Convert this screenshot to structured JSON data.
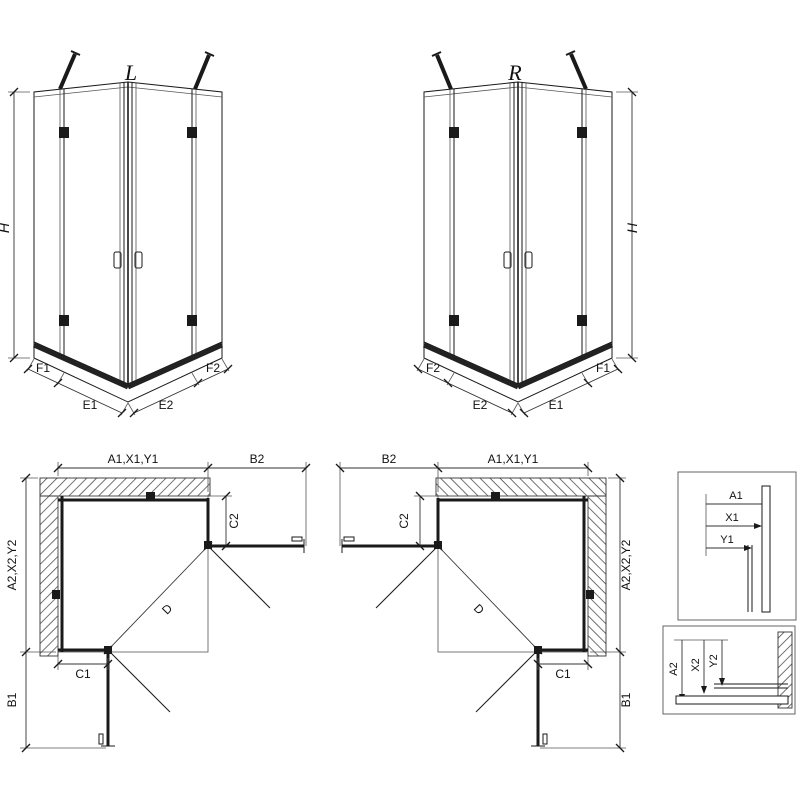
{
  "colors": {
    "background": "#ffffff",
    "line": "#1a1a1a"
  },
  "views": {
    "front_left": {
      "label": "L",
      "height_dim": "H",
      "bottom_dims": [
        "F1",
        "E1",
        "E2",
        "F2"
      ]
    },
    "front_right": {
      "label": "R",
      "height_dim": "H",
      "bottom_dims": [
        "F2",
        "E2",
        "E1",
        "F1"
      ]
    },
    "plan_left": {
      "top_width": "A1,X1,Y1",
      "entry_top": "B2",
      "side_width": "A2,X2,Y2",
      "entry_side": "B1",
      "fixed_bottom": "C1",
      "fixed_side": "C2",
      "diagonal": "D"
    },
    "plan_right": {
      "entry_top": "B2",
      "top_width": "A1,X1,Y1",
      "fixed_side": "C2",
      "side_width": "A2,X2,Y2",
      "entry_side": "B1",
      "fixed_bottom": "C1",
      "diagonal": "D"
    },
    "detail_top": {
      "dims": [
        "A1",
        "X1",
        "Y1"
      ]
    },
    "detail_bottom": {
      "dims": [
        "A2",
        "X2",
        "Y2"
      ]
    }
  }
}
